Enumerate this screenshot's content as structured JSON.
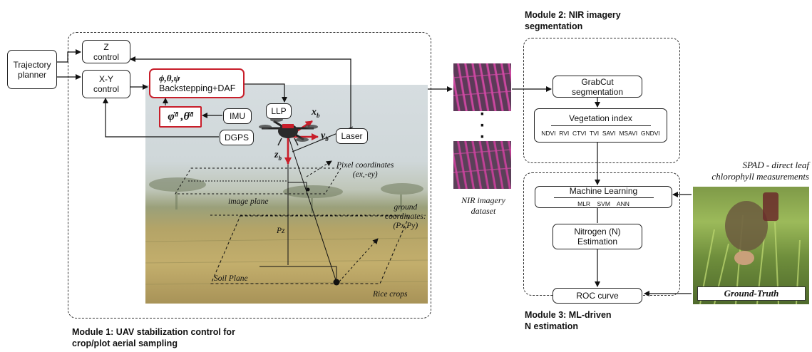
{
  "module1": {
    "title_line1": "Module 1: UAV stabilization control for",
    "title_line2": "crop/plot aerial sampling",
    "trajectory_planner": "Trajectory\nplanner",
    "z_control": "Z\ncontrol",
    "xy_control": "X-Y\ncontrol",
    "backstepping_symbols": "ϕ,θ,ψ",
    "backstepping_label": "Backstepping+DAF",
    "accel_symbols": "φ̈ᵈ ,θ̈ᵈ",
    "imu": "IMU",
    "llp": "LLP",
    "dgps": "DGPS",
    "laser": "Laser",
    "axis_xb": "x",
    "axis_yb": "y",
    "axis_zb": "z",
    "axis_sub": "b",
    "pixel_coordinates": "Pixel coordinates",
    "pixel_coordinates_value": "(ex,-ey)",
    "image_plane": "image plane",
    "ground_coordinates_line1": "ground",
    "ground_coordinates_line2": "coordinates:",
    "ground_coordinates_value": "(Px,Py)",
    "pz": "Pz",
    "soil_plane": "Soil Plane",
    "rice_crops": "Rice crops"
  },
  "nir": {
    "dots": [
      "·",
      "·",
      "·"
    ],
    "dataset_line1": "NIR imagery",
    "dataset_line2": "dataset"
  },
  "module2": {
    "title_line1": "Module 2: NIR imagery",
    "title_line2": "segmentation",
    "grabcut": "GrabCut\nsegmentation",
    "vegetation_index": "Vegetation index",
    "indices": "NDVI  RVI  CTVI  TVI  SAVI  MSAVI  GNDVI"
  },
  "module3": {
    "title_line1": "Module 3: ML-driven",
    "title_line2": "N estimation",
    "machine_learning": "Machine Learning",
    "ml_methods": "MLR    SVM    ANN",
    "nitrogen": "Nitrogen (N)\nEstimation",
    "roc": "ROC curve"
  },
  "spad": {
    "line1": "SPAD - direct leaf",
    "line2": "chlorophyll measurements",
    "ground_truth": "Ground-Truth"
  },
  "colors": {
    "accent_red": "#c81e2a",
    "nir_magenta": "#b23a8c",
    "sky": "#c9d4da",
    "field": "#b9a768"
  }
}
